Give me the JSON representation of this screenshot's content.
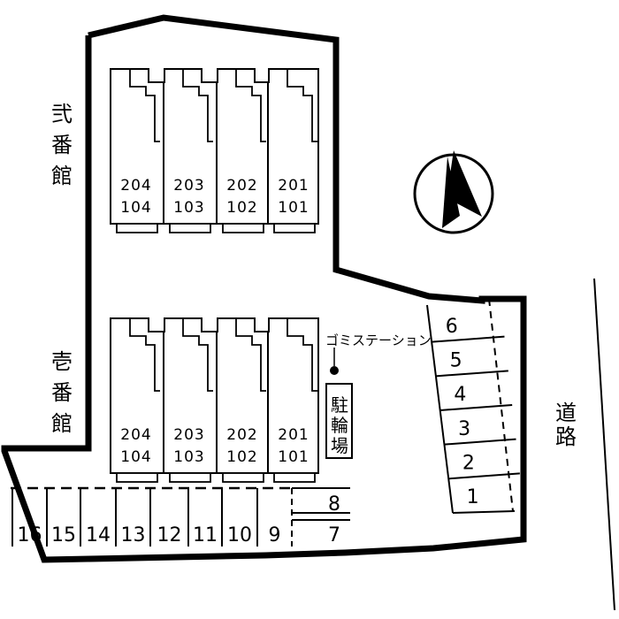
{
  "buildings": {
    "upper": {
      "name_chars": [
        "弐",
        "番",
        "館"
      ],
      "units": [
        {
          "top": "204",
          "bottom": "104"
        },
        {
          "top": "203",
          "bottom": "103"
        },
        {
          "top": "202",
          "bottom": "102"
        },
        {
          "top": "201",
          "bottom": "101"
        }
      ]
    },
    "lower": {
      "name_chars": [
        "壱",
        "番",
        "館"
      ],
      "units": [
        {
          "top": "204",
          "bottom": "104"
        },
        {
          "top": "203",
          "bottom": "103"
        },
        {
          "top": "202",
          "bottom": "102"
        },
        {
          "top": "201",
          "bottom": "101"
        }
      ]
    }
  },
  "garbage_station": "ゴミステーション",
  "bicycle_parking_chars": [
    "駐",
    "輪",
    "場"
  ],
  "road_chars": [
    "道",
    "路"
  ],
  "parking": {
    "bottom_row": [
      "16",
      "15",
      "14",
      "13",
      "12",
      "11",
      "10",
      "9"
    ],
    "side_stack": [
      "8",
      "7"
    ],
    "right_column": [
      "6",
      "5",
      "4",
      "3",
      "2",
      "1"
    ]
  },
  "north_icon": "north-arrow-icon"
}
